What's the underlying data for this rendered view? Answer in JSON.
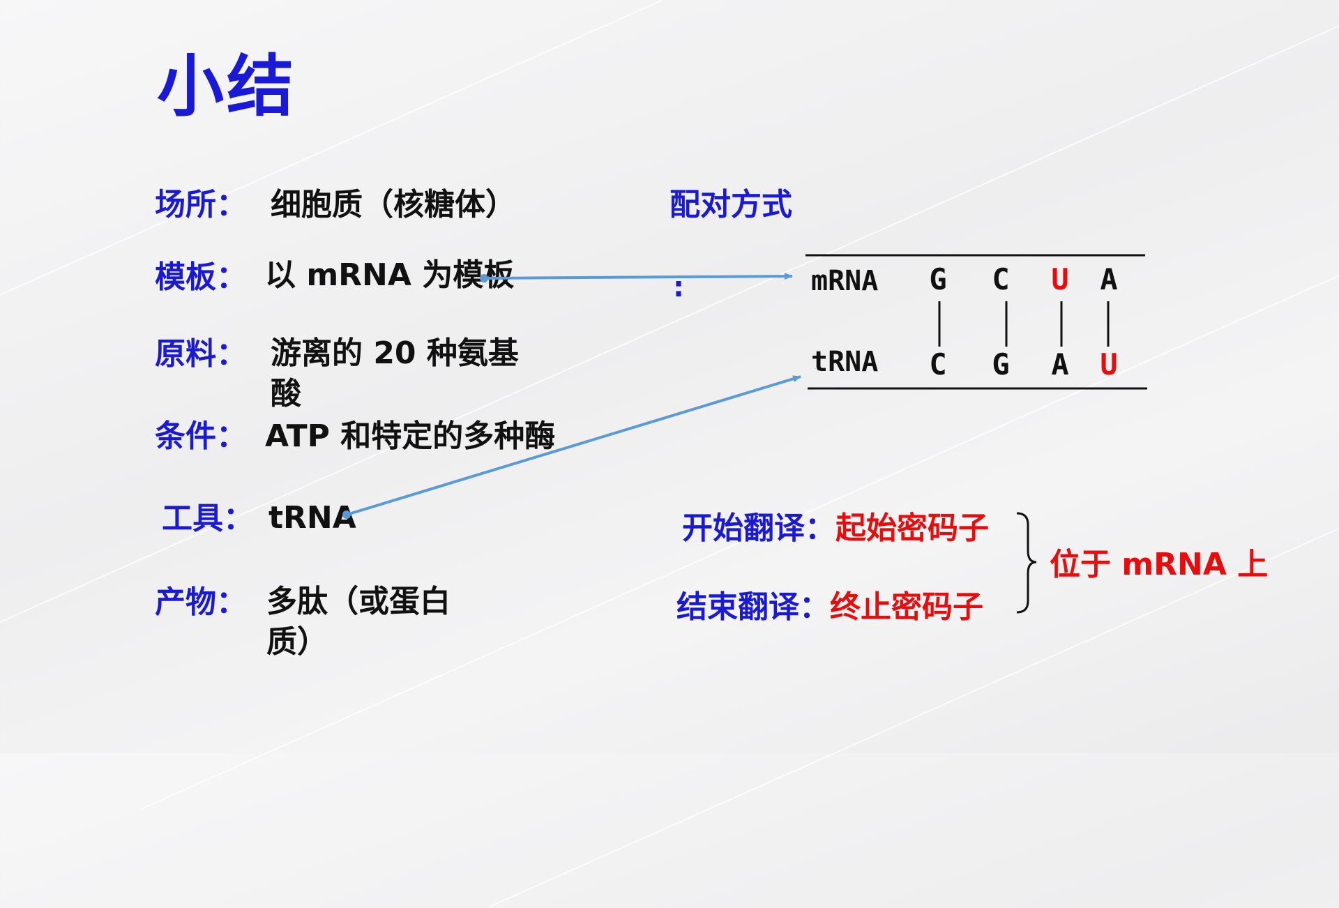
{
  "title": "小结",
  "items": [
    {
      "label": "场所：",
      "value": "细胞质（核糖体）"
    },
    {
      "label": "模板：",
      "value": "以 mRNA 为模板"
    },
    {
      "label": "原料：",
      "value": "游离的 20 种氨基酸"
    },
    {
      "label": "条件：",
      "value": "ATP 和特定的多种酶"
    },
    {
      "label": "工具：",
      "value": "tRNA"
    },
    {
      "label": "产物：",
      "value": "多肽（或蛋白质）"
    }
  ],
  "pairing": {
    "heading": "配对方式",
    "colon": ":",
    "mrna_label": "mRNA",
    "trna_label": "tRNA",
    "mrna_bases": [
      "G",
      "C",
      "U",
      "A"
    ],
    "trna_bases": [
      "C",
      "G",
      "A",
      "U"
    ],
    "highlight_base": "U"
  },
  "codons": {
    "start_label": "开始翻译：",
    "start_value": "起始密码子",
    "stop_label": "结束翻译：",
    "stop_value": "终止密码子",
    "location": "位于 mRNA 上"
  },
  "colors": {
    "blue": "#1a1ad6",
    "red": "#e80d0d",
    "arrow": "#5b9bd5",
    "text": "#111111"
  }
}
